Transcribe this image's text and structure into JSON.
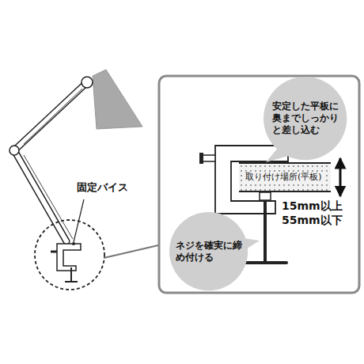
{
  "diagram": {
    "nodes": [
      {
        "text": [
          "安定した平板に 奥までしっかり と差し込む"
        ]
      },
      {
        "text": [
          "取り付け場所(平板)"
        ]
      },
      {
        "text": [
          "ネジを確実に締 め付ける"
        ]
      }
    ],
    "labels": [
      "固定バイス",
      "15mm以上 55mm以下"
    ]
  }
}
